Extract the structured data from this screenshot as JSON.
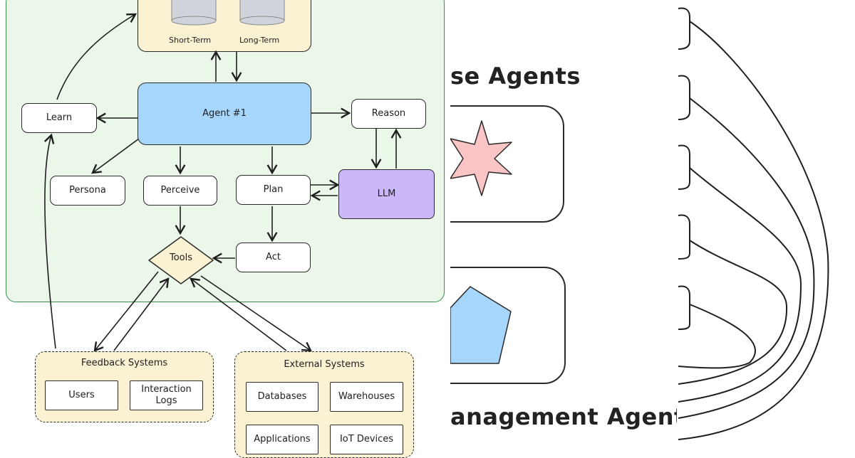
{
  "diagram": {
    "memory": {
      "short_term": "Short-Term",
      "long_term": "Long-Term"
    },
    "agent": "Agent #1",
    "learn": "Learn",
    "reason": "Reason",
    "persona": "Persona",
    "perceive": "Perceive",
    "plan": "Plan",
    "llm": "LLM",
    "act": "Act",
    "tools": "Tools",
    "feedback": {
      "title": "Feedback Systems",
      "users": "Users",
      "logs": "Interaction Logs"
    },
    "external": {
      "title": "External Systems",
      "databases": "Databases",
      "warehouses": "Warehouses",
      "applications": "Applications",
      "iot": "IoT Devices"
    }
  },
  "middle_panel": {
    "top_heading": "se Agents",
    "bottom_heading": "anagement Agents"
  },
  "colors": {
    "green_panel": "#eaf7e9",
    "agent_blue": "#a6d6fb",
    "llm_purple": "#cbb8fa",
    "yellow": "#fbf2d3",
    "star_pink": "#fbc5c6",
    "pentagon_blue": "#a6d6fb"
  }
}
